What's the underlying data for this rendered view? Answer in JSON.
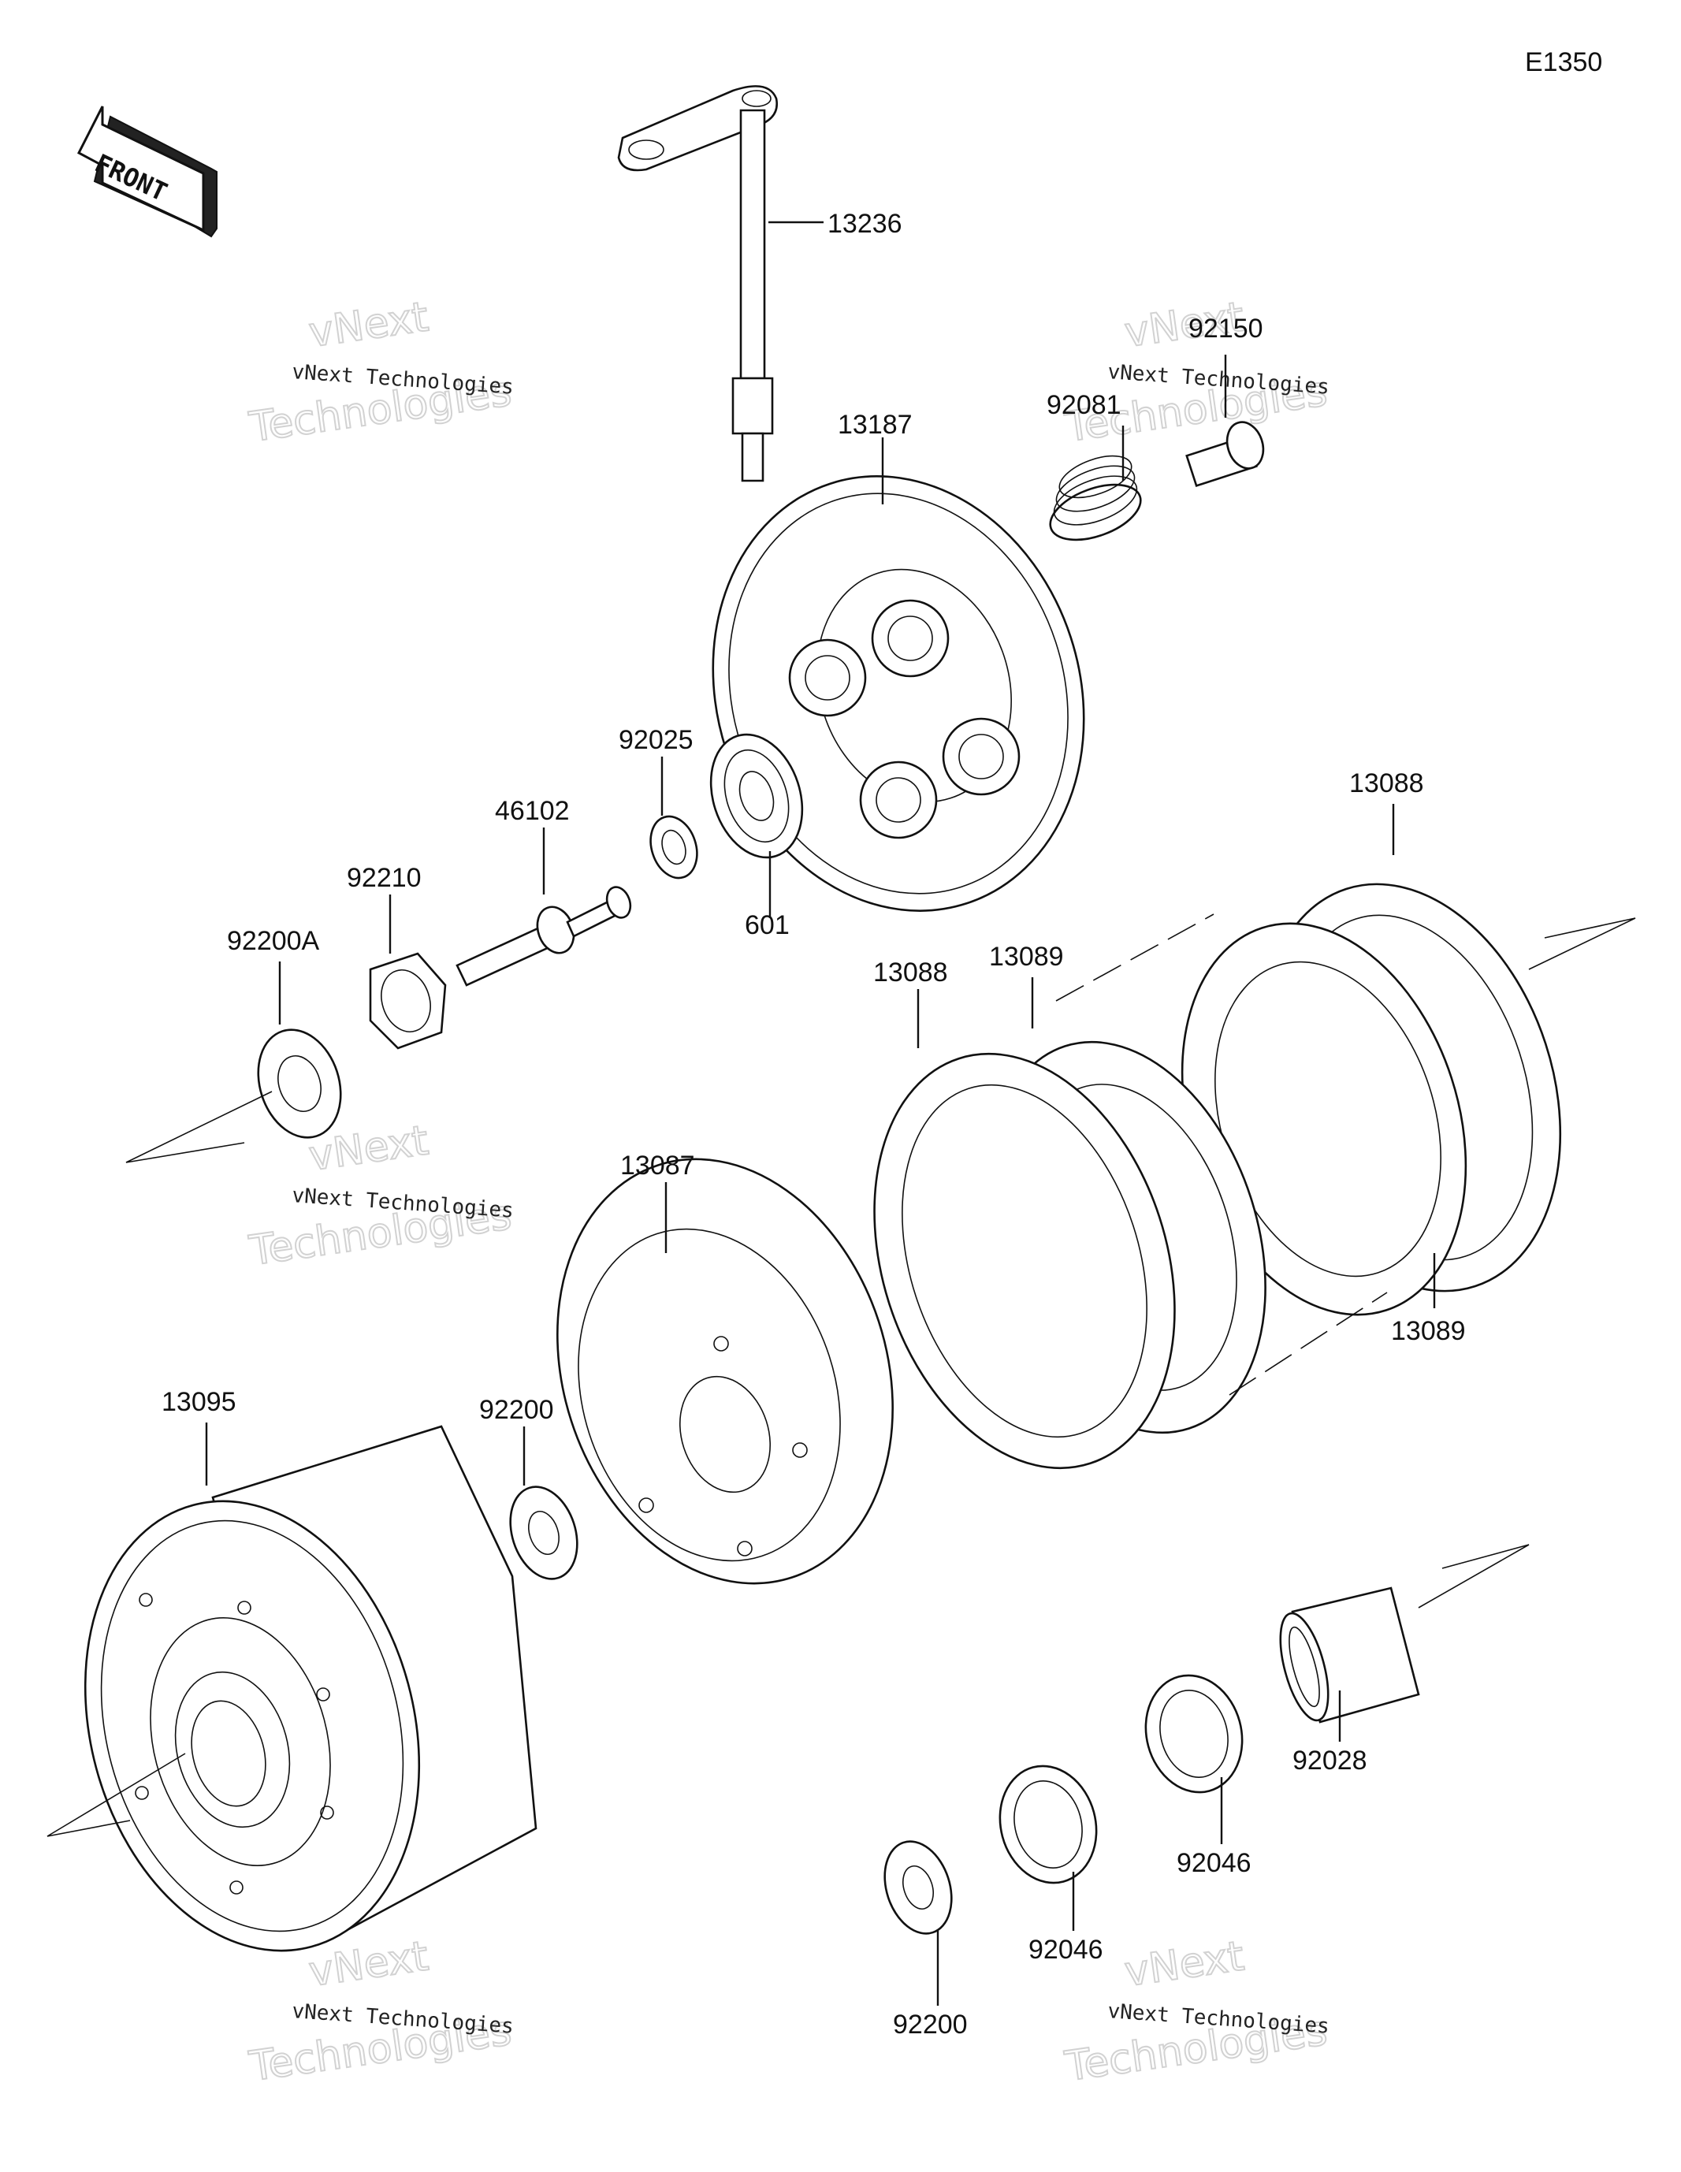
{
  "diagram_id": "E1350",
  "front_label": "FRONT",
  "watermark": {
    "brand_top": "vNext",
    "brand_bottom": "Technologies",
    "small_text": "vNext Technologies"
  },
  "parts": [
    {
      "id": "p13236",
      "number": "13236"
    },
    {
      "id": "p92150",
      "number": "92150"
    },
    {
      "id": "p92081",
      "number": "92081"
    },
    {
      "id": "p13187",
      "number": "13187"
    },
    {
      "id": "p92025",
      "number": "92025"
    },
    {
      "id": "p46102",
      "number": "46102"
    },
    {
      "id": "p92210",
      "number": "92210"
    },
    {
      "id": "p92200A",
      "number": "92200A"
    },
    {
      "id": "p601",
      "number": "601"
    },
    {
      "id": "p13088a",
      "number": "13088"
    },
    {
      "id": "p13088b",
      "number": "13088"
    },
    {
      "id": "p13089a",
      "number": "13089"
    },
    {
      "id": "p13089b",
      "number": "13089"
    },
    {
      "id": "p13087",
      "number": "13087"
    },
    {
      "id": "p92200a",
      "number": "92200"
    },
    {
      "id": "p13095",
      "number": "13095"
    },
    {
      "id": "p92028",
      "number": "92028"
    },
    {
      "id": "p92046a",
      "number": "92046"
    },
    {
      "id": "p92046b",
      "number": "92046"
    },
    {
      "id": "p92200b",
      "number": "92200"
    }
  ]
}
